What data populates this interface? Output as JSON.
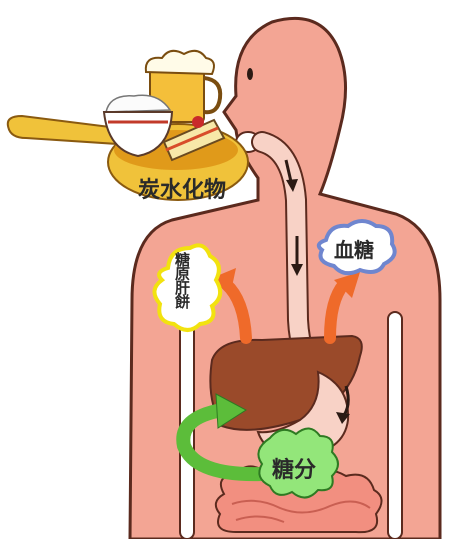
{
  "labels": {
    "carbohydrate": "炭水化物",
    "blood_sugar": "血糖",
    "glycogen": "糖原肝餅",
    "sugar": "糖分"
  },
  "colors": {
    "body": "#f3a594",
    "outline": "#5b2a1e",
    "liver": "#9a4a2a",
    "intestine": "#f28f80",
    "arrow_orange": "#ef6a2a",
    "arrow_green": "#5cbd3a",
    "cloud_yellow_border": "#f2e20f",
    "cloud_blue_border": "#6f86cf",
    "spoon": "#f0c23a"
  }
}
